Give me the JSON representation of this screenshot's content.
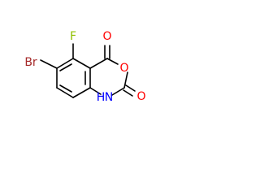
{
  "colors": {
    "background": "#ffffff",
    "bond": "#000000",
    "carbon": "#000000",
    "oxygen": "#ff0000",
    "nitrogen": "#0000ff",
    "fluorine": "#8fbf00",
    "bromine": "#a52a2a"
  },
  "molecule": {
    "labels": {
      "bromine": "Br",
      "fluorine": "F",
      "carbonyl_oxygen_top": "O",
      "ring_oxygen": "O",
      "carbonyl_oxygen_bottom": "O",
      "nitrogen_hydrogen": "H",
      "nitrogen": "N"
    }
  }
}
